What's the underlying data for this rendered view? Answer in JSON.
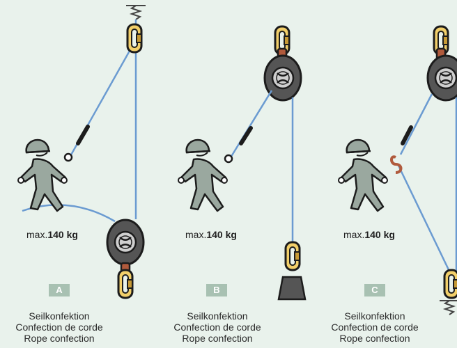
{
  "panels": [
    {
      "id": "A",
      "weight_prefix": "max.",
      "weight_value": "140 kg",
      "captions": [
        "Seilkonfektion",
        "Confection de corde",
        "Rope confection"
      ]
    },
    {
      "id": "B",
      "weight_prefix": "max.",
      "weight_value": "140 kg",
      "captions": [
        "Seilkonfektion",
        "Confection de corde",
        "Rope confection"
      ]
    },
    {
      "id": "C",
      "weight_prefix": "max.",
      "weight_value": "140 kg",
      "captions": [
        "Seilkonfektion",
        "Confection de corde",
        "Rope confection"
      ]
    }
  ],
  "colors": {
    "background": "#e9f2ec",
    "rope": "#6b9bd1",
    "worker": "#9aa89f",
    "device": "#555555",
    "carabiner": "#e3b64a",
    "connector": "#b05a3c",
    "badge": "#a8c1b2"
  }
}
